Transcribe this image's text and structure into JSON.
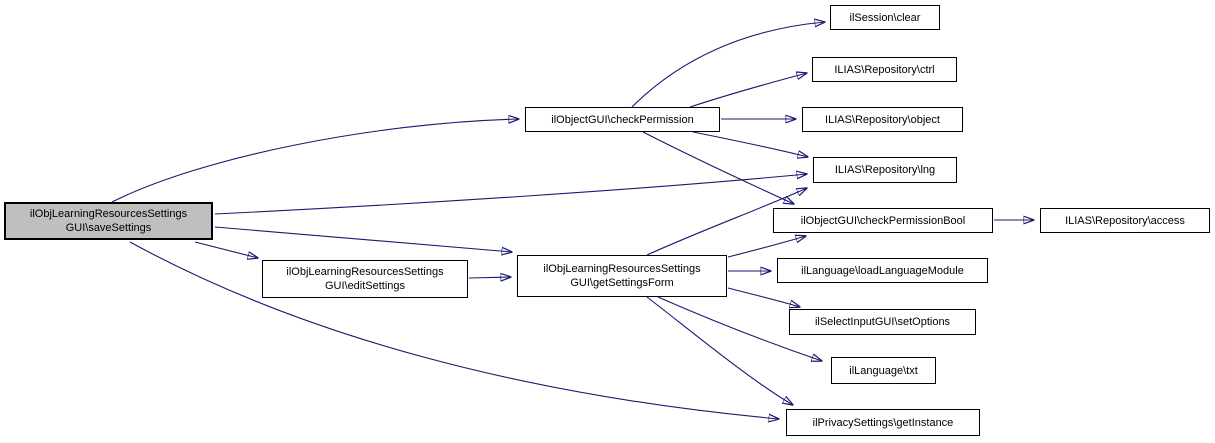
{
  "diagram": {
    "type": "call-graph",
    "colors": {
      "background": "#ffffff",
      "edge": "#191970",
      "node_border": "#000000",
      "node_fill": "#ffffff",
      "highlighted_node_fill": "#bfbfbf",
      "text": "#000000"
    },
    "nodes": [
      {
        "id": "save-settings",
        "label": "ilObjLearningResourcesSettings\nGUI\\saveSettings",
        "highlighted": true
      },
      {
        "id": "check-permission",
        "label": "ilObjectGUI\\checkPermission",
        "highlighted": false
      },
      {
        "id": "session-clear",
        "label": "ilSession\\clear",
        "highlighted": false
      },
      {
        "id": "repository-ctrl",
        "label": "ILIAS\\Repository\\ctrl",
        "highlighted": false
      },
      {
        "id": "repository-object",
        "label": "ILIAS\\Repository\\object",
        "highlighted": false
      },
      {
        "id": "repository-lng",
        "label": "ILIAS\\Repository\\lng",
        "highlighted": false
      },
      {
        "id": "check-permission-bool",
        "label": "ilObjectGUI\\checkPermissionBool",
        "highlighted": false
      },
      {
        "id": "repository-access",
        "label": "ILIAS\\Repository\\access",
        "highlighted": false
      },
      {
        "id": "edit-settings",
        "label": "ilObjLearningResourcesSettings\nGUI\\editSettings",
        "highlighted": false
      },
      {
        "id": "get-settings-form",
        "label": "ilObjLearningResourcesSettings\nGUI\\getSettingsForm",
        "highlighted": false
      },
      {
        "id": "load-language-module",
        "label": "ilLanguage\\loadLanguageModule",
        "highlighted": false
      },
      {
        "id": "set-options",
        "label": "ilSelectInputGUI\\setOptions",
        "highlighted": false
      },
      {
        "id": "language-txt",
        "label": "ilLanguage\\txt",
        "highlighted": false
      },
      {
        "id": "privacy-get-instance",
        "label": "ilPrivacySettings\\getInstance",
        "highlighted": false
      }
    ],
    "edges": [
      {
        "from": "save-settings",
        "to": "check-permission"
      },
      {
        "from": "save-settings",
        "to": "repository-lng"
      },
      {
        "from": "save-settings",
        "to": "get-settings-form"
      },
      {
        "from": "save-settings",
        "to": "edit-settings"
      },
      {
        "from": "save-settings",
        "to": "privacy-get-instance"
      },
      {
        "from": "check-permission",
        "to": "session-clear"
      },
      {
        "from": "check-permission",
        "to": "repository-ctrl"
      },
      {
        "from": "check-permission",
        "to": "repository-object"
      },
      {
        "from": "check-permission",
        "to": "repository-lng"
      },
      {
        "from": "check-permission",
        "to": "check-permission-bool"
      },
      {
        "from": "check-permission-bool",
        "to": "repository-access"
      },
      {
        "from": "edit-settings",
        "to": "get-settings-form"
      },
      {
        "from": "get-settings-form",
        "to": "repository-lng"
      },
      {
        "from": "get-settings-form",
        "to": "check-permission-bool"
      },
      {
        "from": "get-settings-form",
        "to": "load-language-module"
      },
      {
        "from": "get-settings-form",
        "to": "set-options"
      },
      {
        "from": "get-settings-form",
        "to": "language-txt"
      },
      {
        "from": "get-settings-form",
        "to": "privacy-get-instance"
      }
    ]
  }
}
